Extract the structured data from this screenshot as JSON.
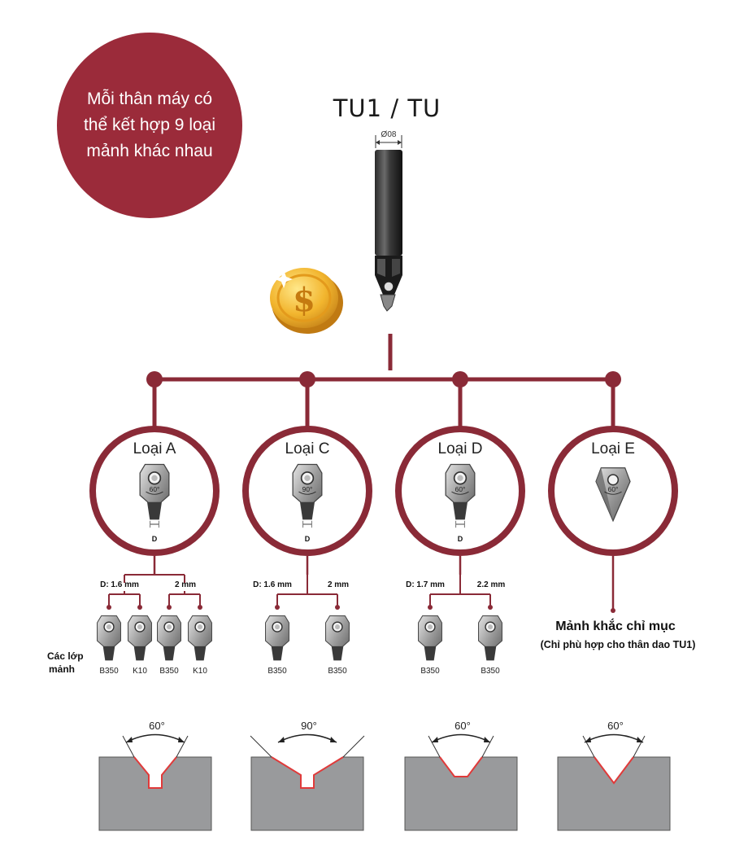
{
  "badge": {
    "lines": [
      "Mỗi thân máy có",
      "thể kết hợp 9 loại",
      "mảnh khác nhau"
    ],
    "color": "#9b2b3a"
  },
  "tool": {
    "title": "TU1 / TU",
    "diameter": "Ø08"
  },
  "accent_color": "#8a2a37",
  "types": [
    {
      "label": "Loại A",
      "angle": "60°",
      "d": "D",
      "tip": "flat",
      "sizes": [
        "D: 1.6 mm",
        "2 mm"
      ],
      "inserts": [
        {
          "grade": "B350",
          "kind": "a"
        },
        {
          "grade": "K10",
          "kind": "a"
        },
        {
          "grade": "B350",
          "kind": "a"
        },
        {
          "grade": "K10",
          "kind": "a"
        }
      ]
    },
    {
      "label": "Loại C",
      "angle": "90°",
      "d": "D",
      "tip": "flat",
      "sizes": [
        "D: 1.6 mm",
        "2 mm"
      ],
      "inserts": [
        {
          "grade": "B350",
          "kind": "c"
        },
        {
          "grade": "B350",
          "kind": "c"
        }
      ]
    },
    {
      "label": "Loại D",
      "angle": "60°",
      "d": "D",
      "tip": "taper",
      "sizes": [
        "D: 1.7 mm",
        "2.2 mm"
      ],
      "inserts": [
        {
          "grade": "B350",
          "kind": "d"
        },
        {
          "grade": "B350",
          "kind": "d"
        }
      ]
    },
    {
      "label": "Loại E",
      "angle": "60°",
      "d": "",
      "tip": "point",
      "sizes": [],
      "inserts": []
    }
  ],
  "layers_label": [
    "Các lớp",
    "mảnh"
  ],
  "type_e_note": {
    "title": "Mảnh khắc chỉ mục",
    "subtitle": "(Chỉ phù hợp cho thân dao TU1)"
  },
  "profiles": [
    {
      "angle": "60°",
      "shape": "flat"
    },
    {
      "angle": "90°",
      "shape": "flat"
    },
    {
      "angle": "60°",
      "shape": "taper"
    },
    {
      "angle": "60°",
      "shape": "point"
    }
  ]
}
